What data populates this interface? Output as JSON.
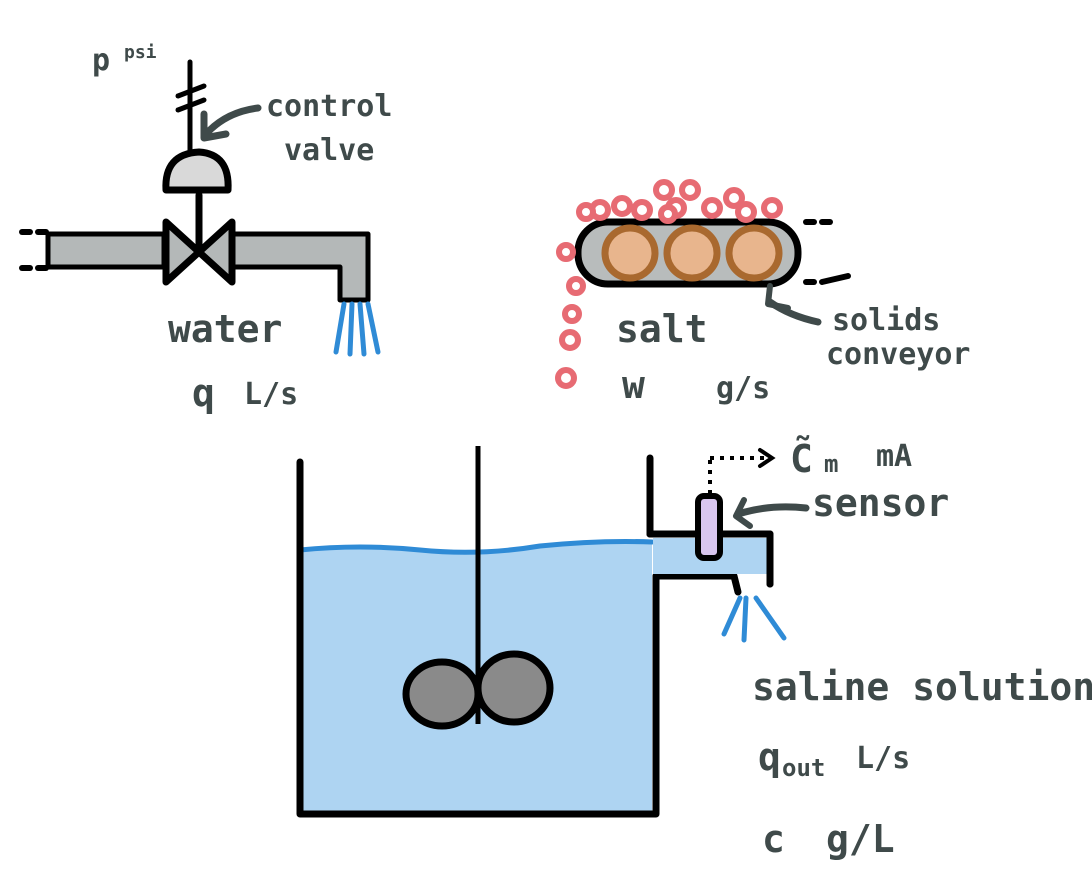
{
  "labels": {
    "pressure_var": "p",
    "pressure_unit": "psi",
    "control_valve_line1": "control",
    "control_valve_line2": "valve",
    "water": "water",
    "water_flow_var": "q",
    "water_flow_unit": "L/s",
    "salt": "salt",
    "salt_flow_var": "w",
    "salt_flow_unit": "g/s",
    "conveyor_line1": "solids",
    "conveyor_line2": "conveyor",
    "sensor_signal_var": "C̃",
    "sensor_signal_sub": "m",
    "sensor_signal_unit": "mA",
    "sensor": "sensor",
    "outlet_name": "saline solution",
    "outflow_var": "q",
    "outflow_sub": "out",
    "outflow_unit": "L/s",
    "concentration_var": "c",
    "concentration_unit": "g/L"
  },
  "colors": {
    "pipe": "#b4b8b8",
    "tank_liquid": "#aed4f2",
    "water_stream": "#2f8bd6",
    "salt_particle": "#e76b73",
    "roller_fill": "#e8b58d",
    "roller_ring": "#a9692f",
    "conveyor_belt": "#b8bcbc",
    "valve_actuator": "#d9d9d9",
    "impeller": "#8a8a8a",
    "sensor": "#d9c6ef",
    "text": "#3f4a4a"
  }
}
